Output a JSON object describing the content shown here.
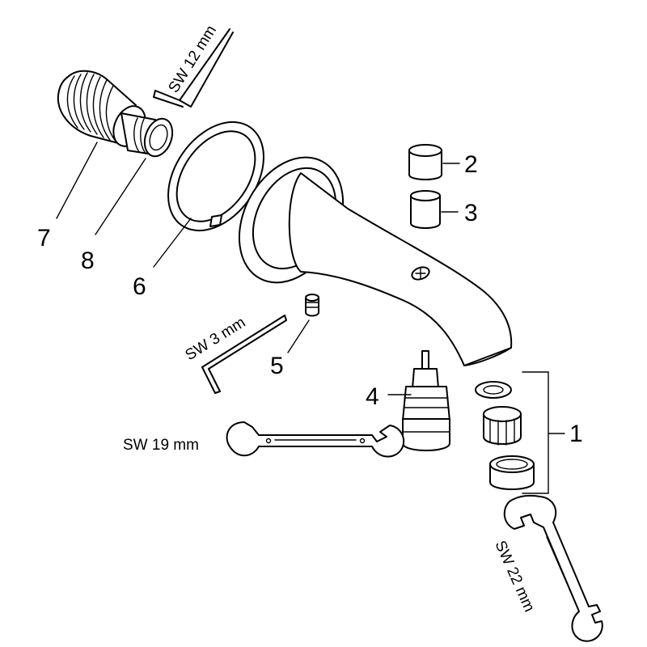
{
  "parts": {
    "p1": "1",
    "p2": "2",
    "p3": "3",
    "p4": "4",
    "p5": "5",
    "p6": "6",
    "p7": "7",
    "p8": "8"
  },
  "tools": {
    "sw12": "SW 12 mm",
    "sw3": "SW 3 mm",
    "sw19": "SW 19 mm",
    "sw22": "SW 22 mm"
  }
}
